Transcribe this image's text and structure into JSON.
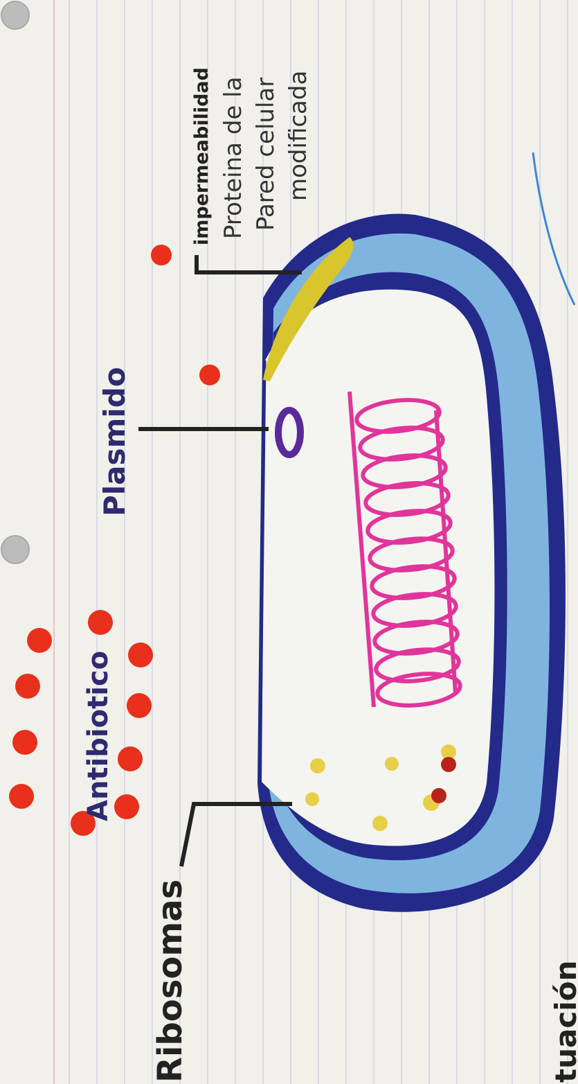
{
  "labels": {
    "impermeability": "impermeabilidad",
    "modified_protein_1": "Proteina de la",
    "modified_protein_2": "Pared celular",
    "modified_protein_3": "modificada",
    "plasmid": "Plasmido",
    "antibiotic": "Antibiotico",
    "ribosomes": "Ribosomas",
    "bottom_fragment": "tuación"
  },
  "colors": {
    "outer_wall": "#232a8a",
    "wall_fill": "#7fb4df",
    "modified_protein": "#d8c62c",
    "plasmid": "#5a2a9a",
    "chromosome": "#e0359a",
    "antibiotic": "#e8301c",
    "ribosome_yellow": "#e8cf4a",
    "ribosome_red": "#b7221a",
    "ink": "#222222"
  }
}
